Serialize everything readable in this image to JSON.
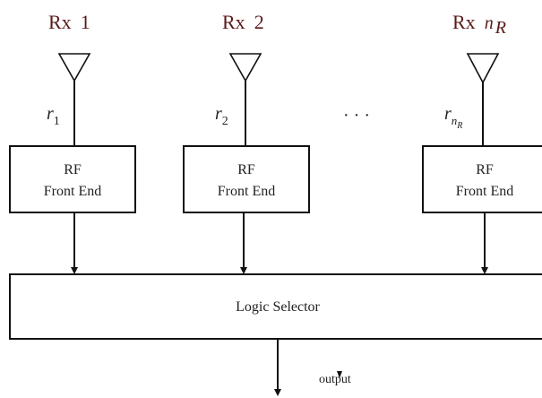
{
  "receivers": [
    {
      "id": "rx1",
      "prefix": "Rx",
      "number": "1",
      "number_italic": "",
      "signal": "r",
      "signal_sub": "1",
      "signal_sub_italic": "",
      "signal_subsub": ""
    },
    {
      "id": "rx2",
      "prefix": "Rx",
      "number": "2",
      "number_italic": "",
      "signal": "r",
      "signal_sub": "2",
      "signal_sub_italic": "",
      "signal_subsub": ""
    },
    {
      "id": "rxn",
      "prefix": "Rx",
      "number": "",
      "number_italic": "n",
      "number_sub": "R",
      "signal": "r",
      "signal_sub": "",
      "signal_sub_italic": "n",
      "signal_subsub": "R"
    }
  ],
  "ellipsis": "· · ·",
  "front_end": {
    "line1": "RF",
    "line2": "Front End"
  },
  "selector_label": "Logic Selector",
  "output_label": "output"
}
